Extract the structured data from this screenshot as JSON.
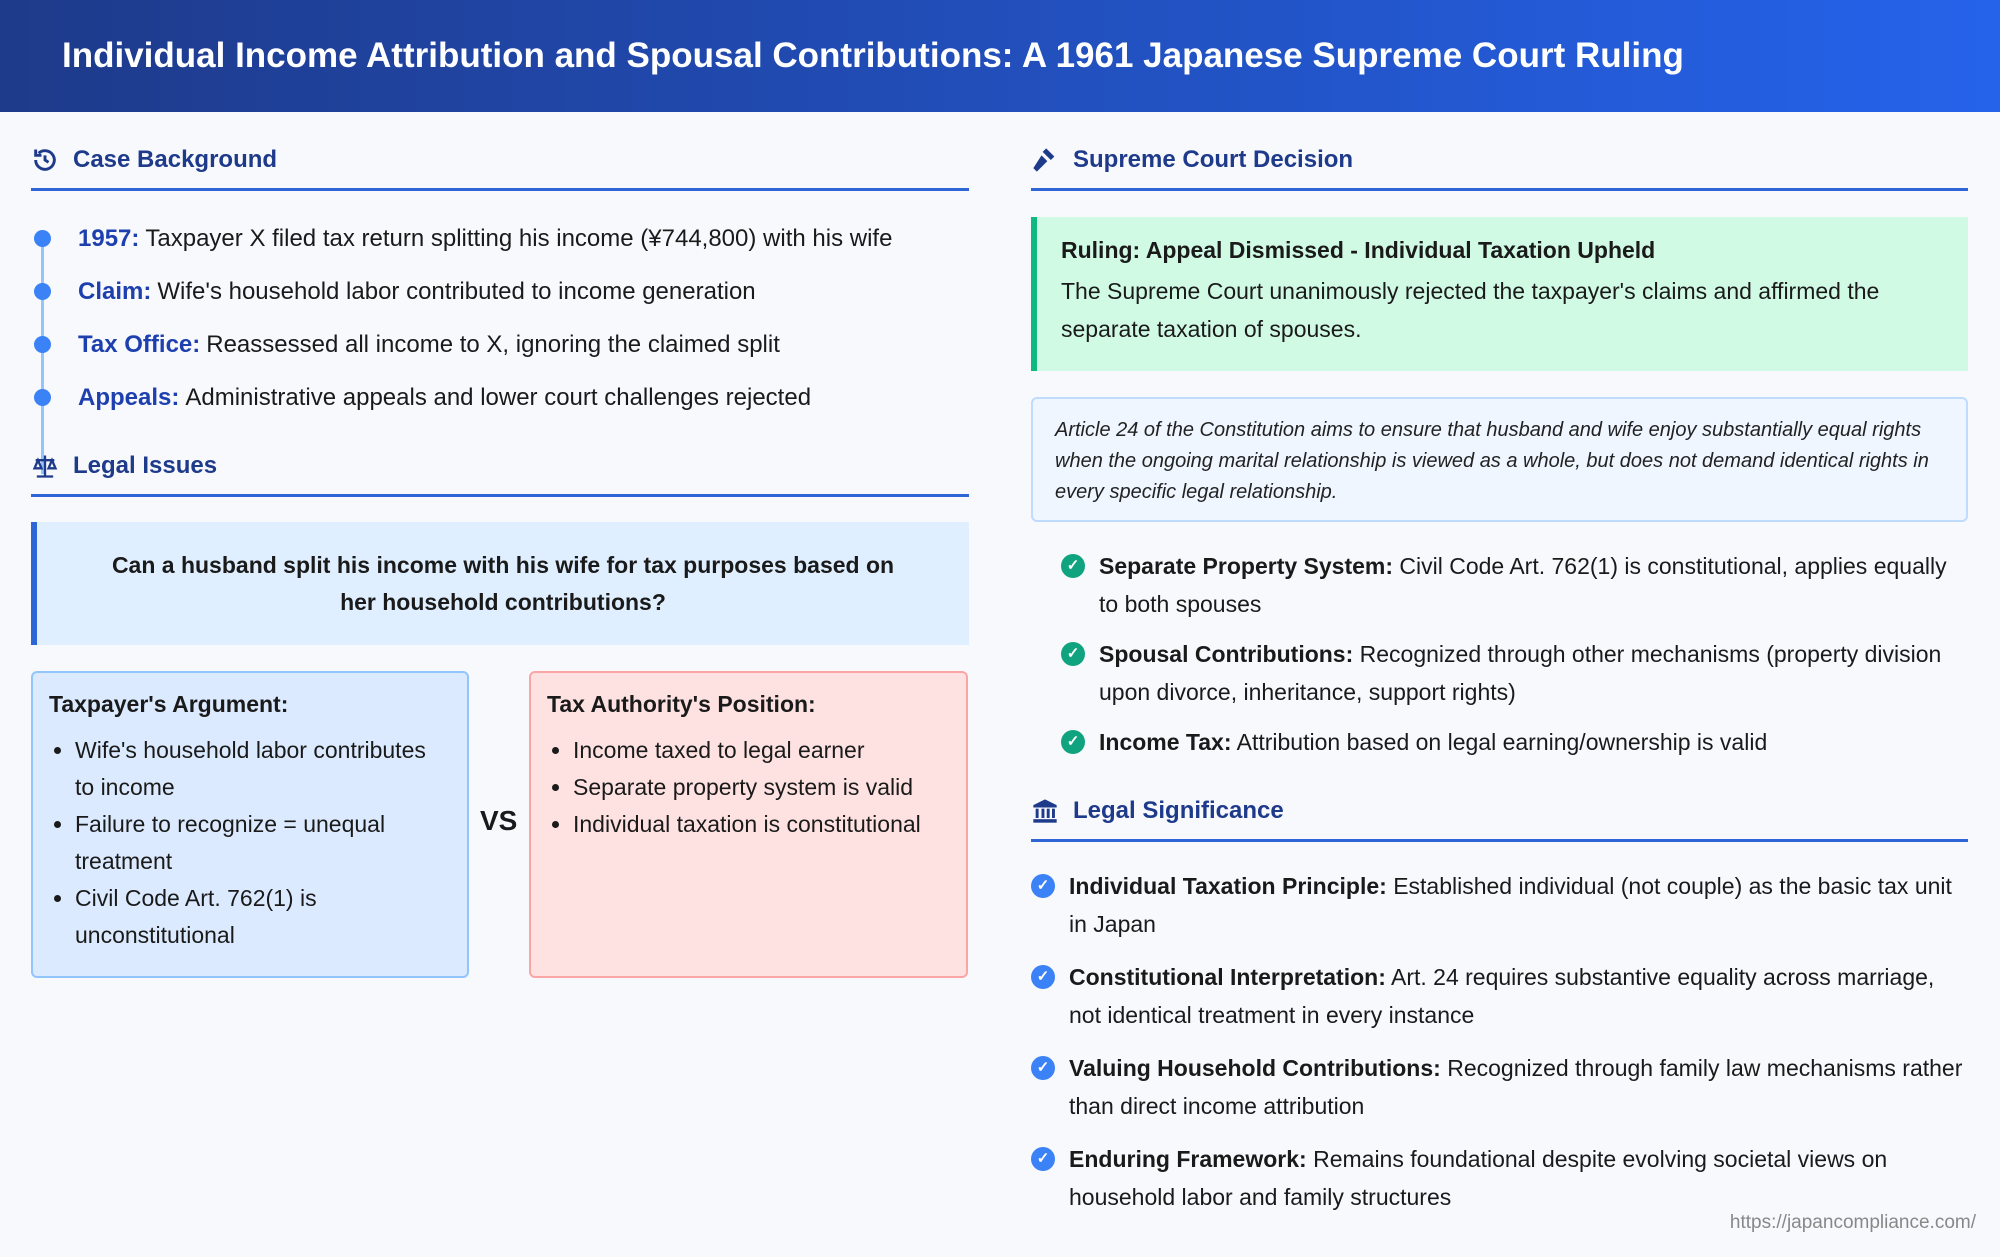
{
  "title": "Individual Income Attribution and Spousal Contributions: A 1961 Japanese Supreme Court Ruling",
  "background": {
    "heading": "Case Background",
    "items": [
      {
        "label": "1957:",
        "text": "Taxpayer X filed tax return splitting his income (¥744,800) with his wife"
      },
      {
        "label": "Claim:",
        "text": "Wife's household labor contributed to income generation"
      },
      {
        "label": "Tax Office:",
        "text": "Reassessed all income to X, ignoring the claimed split"
      },
      {
        "label": "Appeals:",
        "text": "Administrative appeals and lower court challenges rejected"
      }
    ]
  },
  "issues": {
    "heading": "Legal Issues",
    "question": "Can a husband split his income with his wife for tax purposes based on her household contributions?",
    "taxpayer": {
      "title": "Taxpayer's Argument:",
      "items": [
        "Wife's household labor contributes to income",
        "Failure to recognize = unequal treatment",
        "Civil Code Art. 762(1) is unconstitutional"
      ]
    },
    "vs": "VS",
    "authority": {
      "title": "Tax Authority's Position:",
      "items": [
        "Income taxed to legal earner",
        "Separate property system is valid",
        "Individual taxation is constitutional"
      ]
    }
  },
  "decision": {
    "heading": "Supreme Court Decision",
    "ruling_title": "Ruling: Appeal Dismissed - Individual Taxation Upheld",
    "ruling_text": "The Supreme Court unanimously rejected the taxpayer's claims and affirmed the separate taxation of spouses.",
    "quote": "Article 24 of the Constitution aims to ensure that husband and wife enjoy substantially equal rights when the ongoing marital relationship is viewed as a whole, but does not demand identical rights in every specific legal relationship.",
    "points": [
      {
        "label": "Separate Property System:",
        "text": "Civil Code Art. 762(1) is constitutional, applies equally to both spouses"
      },
      {
        "label": "Spousal Contributions:",
        "text": "Recognized through other mechanisms (property division upon divorce, inheritance, support rights)"
      },
      {
        "label": "Income Tax:",
        "text": "Attribution based on legal earning/ownership is valid"
      }
    ]
  },
  "significance": {
    "heading": "Legal Significance",
    "items": [
      {
        "label": "Individual Taxation Principle:",
        "text": "Established individual (not couple) as the basic tax unit in Japan"
      },
      {
        "label": "Constitutional Interpretation:",
        "text": "Art. 24 requires substantive equality across marriage, not identical treatment in every instance"
      },
      {
        "label": "Valuing Household Contributions:",
        "text": "Recognized through family law mechanisms rather than direct income attribution"
      },
      {
        "label": "Enduring Framework:",
        "text": "Remains foundational despite evolving societal views on household labor and family structures"
      }
    ]
  },
  "source_url": "https://japancompliance.com/"
}
